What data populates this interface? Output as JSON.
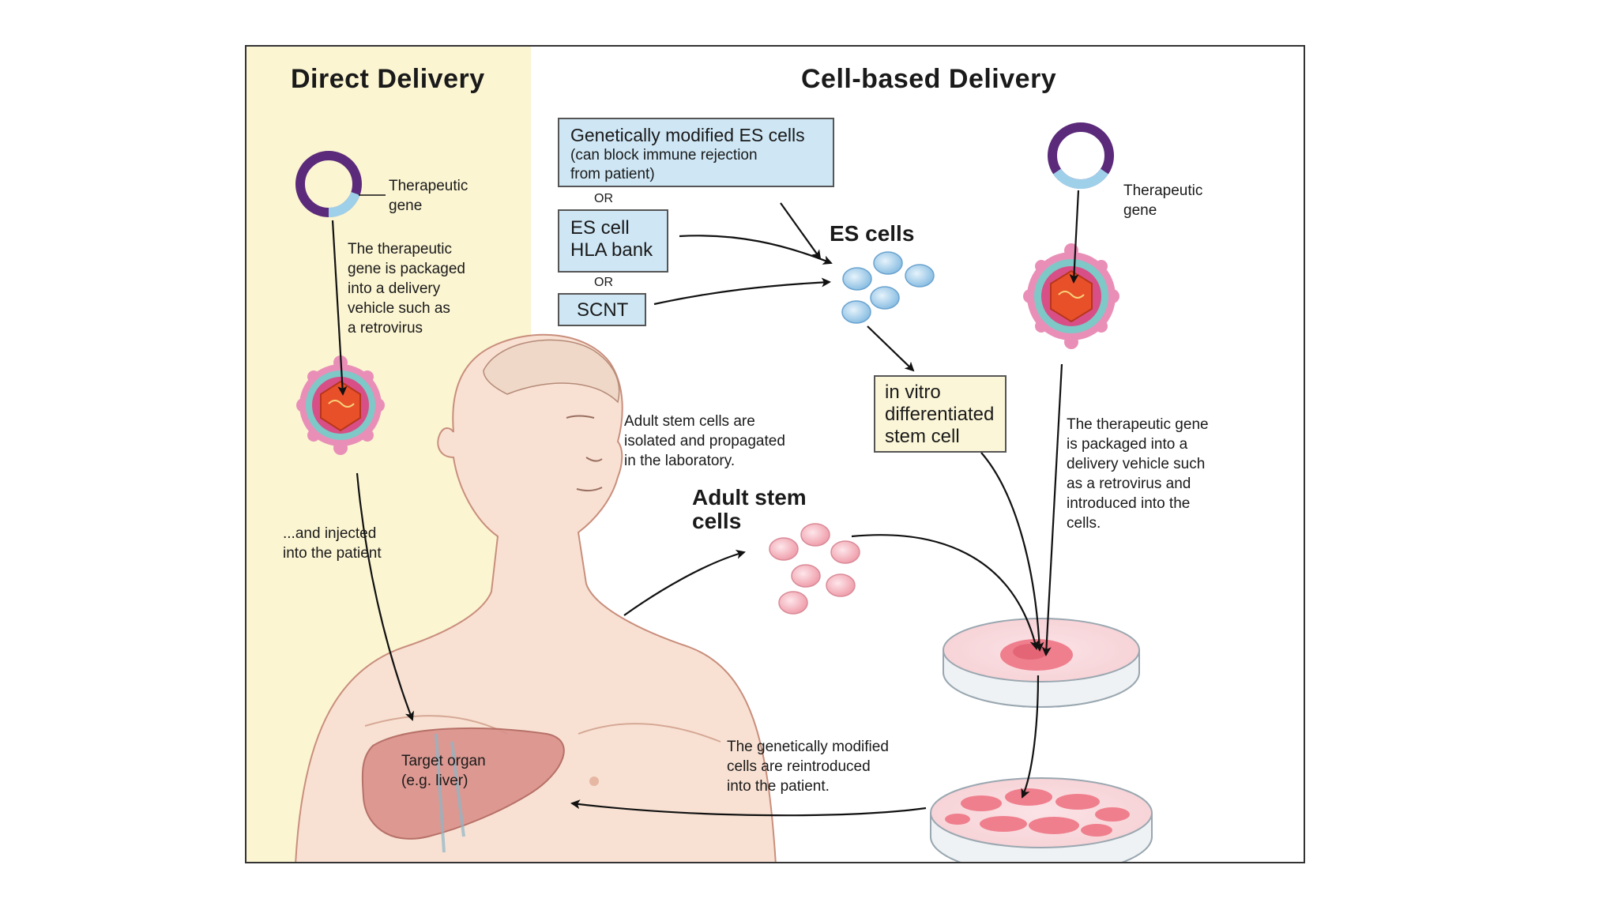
{
  "headings": {
    "left": "Direct Delivery",
    "right": "Cell-based Delivery"
  },
  "direct": {
    "gene_label": "Therapeutic\ngene",
    "packaging_text": "The therapeutic\ngene is packaged\ninto a delivery\nvehicle such as\na retrovirus",
    "injection_text": "...and injected\ninto the patient",
    "target_text": "Target organ\n(e.g. liver)"
  },
  "cell_based": {
    "box_modified_main": "Genetically modified ES cells",
    "box_modified_sub": "(can block immune rejection\nfrom patient)",
    "or_1": "OR",
    "box_hla": "ES cell\nHLA bank",
    "or_2": "OR",
    "box_scnt": "SCNT",
    "es_cells_label": "ES cells",
    "in_vitro_box": "in vitro\ndifferentiated\nstem cell",
    "gene_label": "Therapeutic\ngene",
    "packaging_text": "The therapeutic gene\nis packaged into a\ndelivery vehicle such\nas a retrovirus and\nintroduced into the\ncells.",
    "adult_isolation_text": "Adult stem cells are\nisolated and propagated\nin the laboratory.",
    "adult_cells_label": "Adult stem\ncells",
    "reintroduce_text": "The genetically modified\ncells are reintroduced\ninto the patient."
  },
  "colors": {
    "left_panel": "#fbf5d2",
    "plasmid": "#5b2a7a",
    "es_cell": "#9cc9e8",
    "adult_cell": "#f3b3bd",
    "virus_shell": "#e98fb7",
    "virus_core": "#e8502a",
    "skin": "#f8e1d3",
    "liver": "#d9918a",
    "blue_box": "#cfe7f5",
    "cream_box": "#fbf6d8"
  }
}
